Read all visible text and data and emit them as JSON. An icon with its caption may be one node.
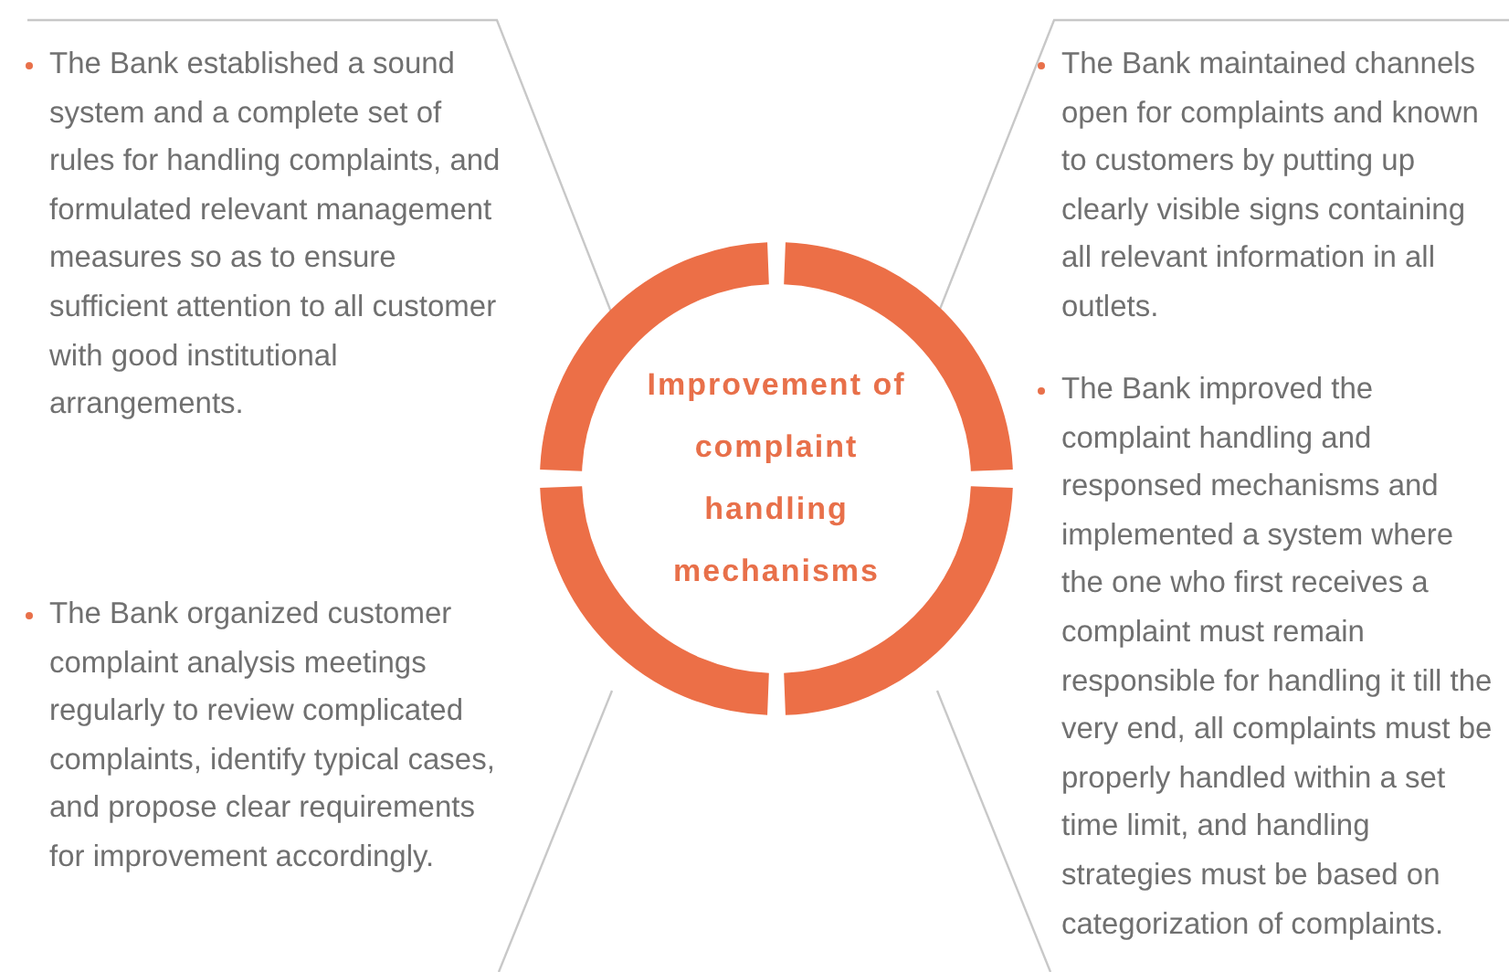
{
  "diagram": {
    "nodes": [
      {
        "text": [
          "Improvement of complaint handling mechanisms"
        ]
      },
      {
        "text": [
          "The Bank established a sound system and a complete set of rules for handling complaints, and formulated relevant management measures so as to ensure sufficient attention to all customer with good institutional arrangements."
        ]
      },
      {
        "text": [
          "The Bank maintained channels open for complaints and known to customers by putting up clearly visible signs containing all relevant information in all outlets."
        ]
      },
      {
        "text": [
          "The Bank organized customer complaint analysis meetings regularly to review complicated complaints, identify typical cases, and propose clear requirements for improvement accordingly."
        ]
      },
      {
        "text": [
          "The Bank improved the complaint handling and responsed mechanisms and implemented a system where the one who first receives a complaint must remain responsible for handling it till the very end, all complaints must be properly handled within a set time limit, and handling strategies must be based on categorization of complaints."
        ]
      }
    ]
  }
}
